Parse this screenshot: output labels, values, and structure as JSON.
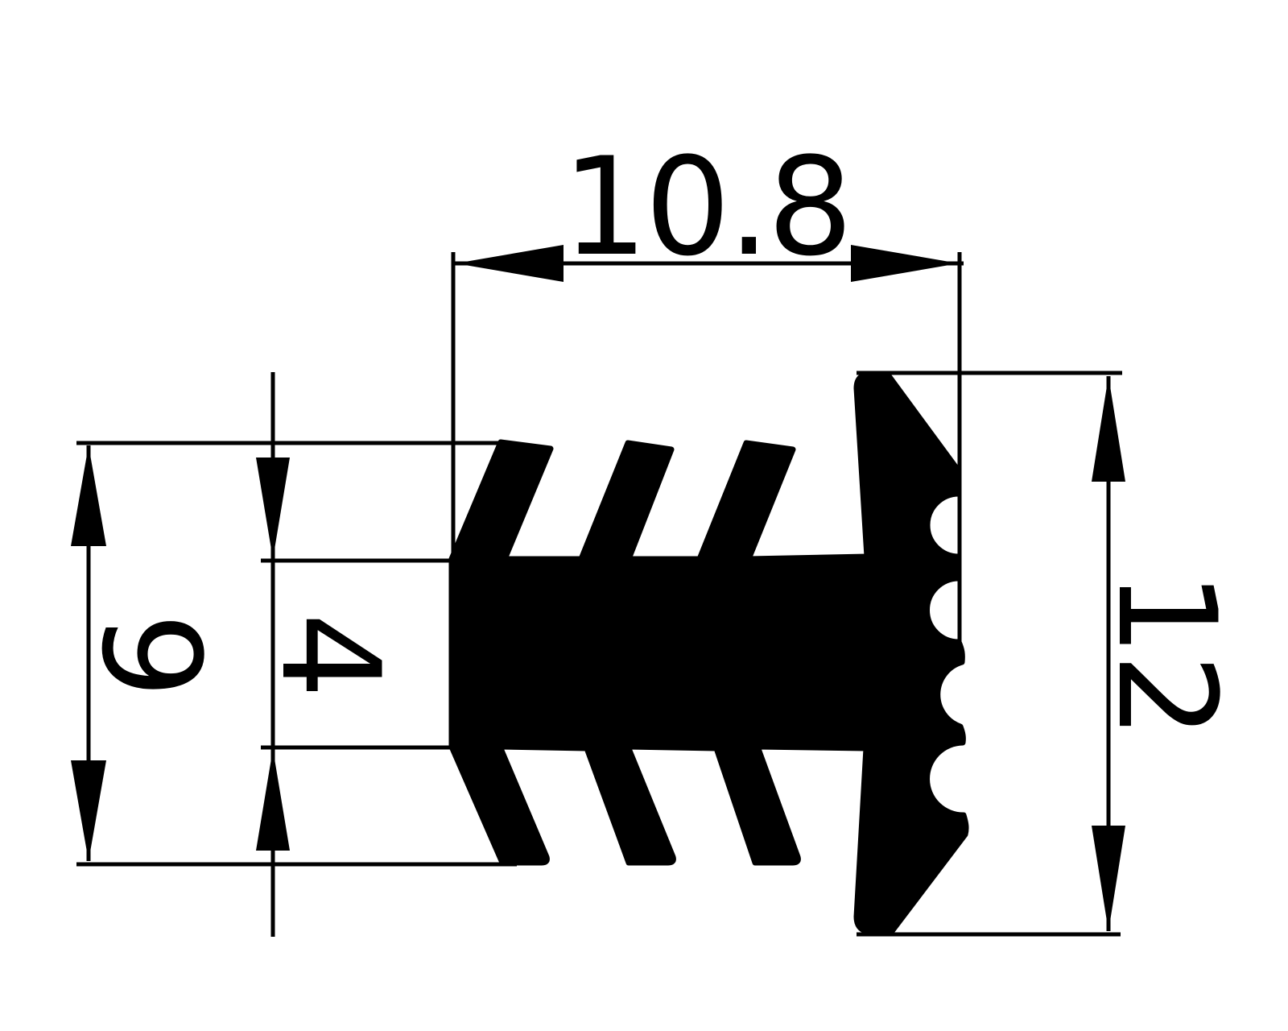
{
  "drawing": {
    "title": "extrusion-profile-cross-section",
    "background_color": "#ffffff",
    "line_color": "#000000",
    "profile_fill_color": "#000000",
    "dimensions": {
      "overall_width": {
        "label": "10.8",
        "orientation": "horizontal",
        "position": "top"
      },
      "overall_height": {
        "label": "12",
        "orientation": "vertical",
        "position": "right"
      },
      "barb_span_height": {
        "label": "9",
        "orientation": "vertical",
        "position": "left"
      },
      "stem_thickness": {
        "label": "4",
        "orientation": "vertical",
        "position": "center-left"
      }
    }
  }
}
